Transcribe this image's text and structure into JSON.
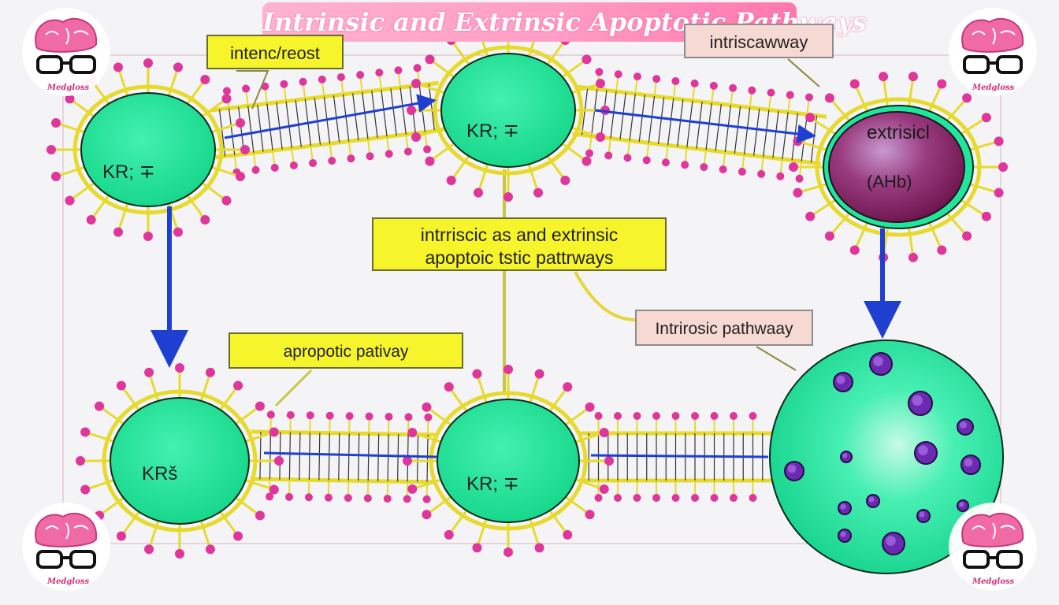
{
  "title": "Intrinsic and Extrinsic Apoptotic Pathways",
  "brand": "Medgloss",
  "labels": {
    "top_left_box": "intenc/reost",
    "top_right_box": "intriscawway",
    "center_box_line1": "intrriscic as and extrinsic",
    "center_box_line2": "apoptoic tstic pattrways",
    "pink_box": "Intrirosic pathwaay",
    "left_mid_box": "apropotic pativay"
  },
  "cells": {
    "top_left": "KR; ∓",
    "top_middle": "KR; ∓",
    "top_right_line1": "extrisicl",
    "top_right_line2": "(AHb)",
    "bottom_left": "KRš",
    "bottom_middle": "KR; ∓"
  },
  "colors": {
    "cell_fill": "#1ee69a",
    "membrane": "#e6da2e",
    "spike": "#e0359b",
    "arrow": "#1f3fd1",
    "purple_cell": "#8a1d5c",
    "banner": "#ff9dc4",
    "yellow_box": "#f6f42b",
    "pink_box": "#f6d9d2"
  },
  "icons": [
    "brain-glasses-logo-icon",
    "arrow-icon"
  ]
}
